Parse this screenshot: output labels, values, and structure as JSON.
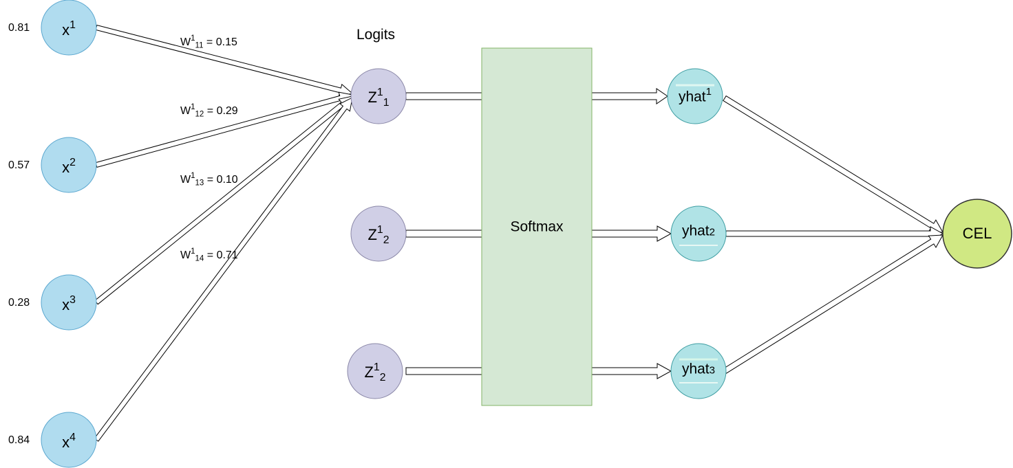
{
  "title": "Logits",
  "softmax_label": "Softmax",
  "cel_label": "CEL",
  "inputs": [
    {
      "base": "x",
      "sup": "1",
      "value": "0.81"
    },
    {
      "base": "x",
      "sup": "2",
      "value": "0.57"
    },
    {
      "base": "x",
      "sup": "3",
      "value": "0.28"
    },
    {
      "base": "x",
      "sup": "4",
      "value": "0.84"
    }
  ],
  "weights": [
    {
      "base": "W",
      "sup": "1",
      "sub": "11",
      "rest": " = 0.15"
    },
    {
      "base": "W",
      "sup": "1",
      "sub": "12",
      "rest": " = 0.29"
    },
    {
      "base": "W",
      "sup": "1",
      "sub": "13",
      "rest": " = 0.10"
    },
    {
      "base": "W",
      "sup": "1",
      "sub": "14",
      "rest": " = 0.71"
    }
  ],
  "logits": [
    {
      "base": "Z",
      "sup": "1",
      "sub": "1"
    },
    {
      "base": "Z",
      "sup": "1",
      "sub": "2"
    },
    {
      "base": "Z",
      "sup": "1",
      "sub": "2"
    }
  ],
  "outputs": [
    {
      "base": "yhat",
      "sup": "1",
      "small": ""
    },
    {
      "base": "yhat",
      "sup": "",
      "small": "2"
    },
    {
      "base": "yhat",
      "sup": "",
      "small": "3"
    }
  ],
  "colors": {
    "input_fill": "#b0dcef",
    "input_stroke": "#5ba7cf",
    "logit_fill": "#d0cfe6",
    "logit_stroke": "#8b88a8",
    "output_fill": "#b0e3e6",
    "output_stroke": "#3f9ea3",
    "cel_fill": "#d0e883",
    "cel_stroke": "#333333",
    "softmax_fill": "#d5e8d4",
    "softmax_stroke": "#82b366",
    "arrow_stroke": "#000000"
  }
}
